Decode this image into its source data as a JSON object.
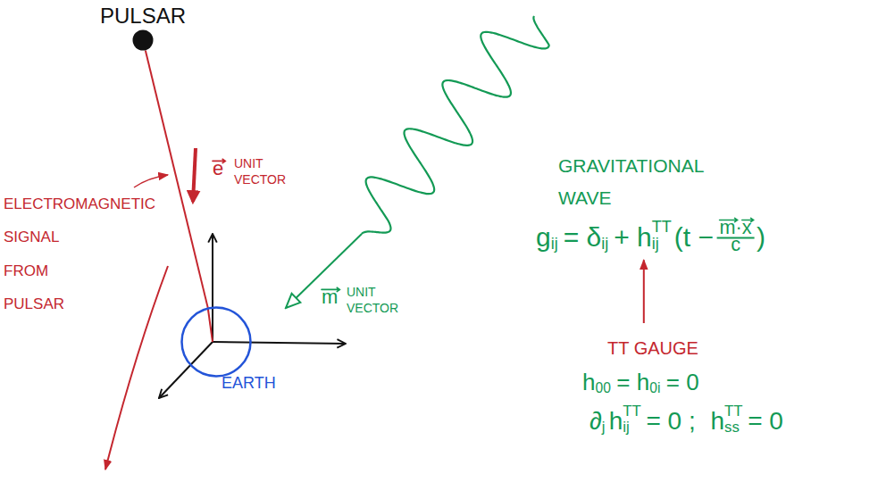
{
  "diagram": {
    "nodes": [
      {
        "text": [
          "PULSAR"
        ]
      },
      {
        "text": [
          "EARTH"
        ]
      }
    ],
    "edges": [
      {
        "from": 0,
        "to": 1,
        "arrow": "none"
      }
    ],
    "labels": [
      "ELECTROMAGNETIC SIGNAL FROM PULSAR",
      "e",
      "UNIT VECTOR",
      "m",
      "UNIT VECTOR",
      "GRAVITATIONAL WAVE",
      "g",
      "ij",
      "= δ",
      "ij",
      "+ h",
      "TT",
      "ij",
      "(t −",
      "m",
      "·",
      "x",
      "c",
      ")",
      "TT GAUGE",
      "h",
      "00",
      "= h",
      "0i",
      "= 0",
      "∂",
      "j",
      "h",
      "TT",
      "ij",
      "= 0 ;",
      "h",
      "TT",
      "ss",
      "= 0"
    ]
  }
}
